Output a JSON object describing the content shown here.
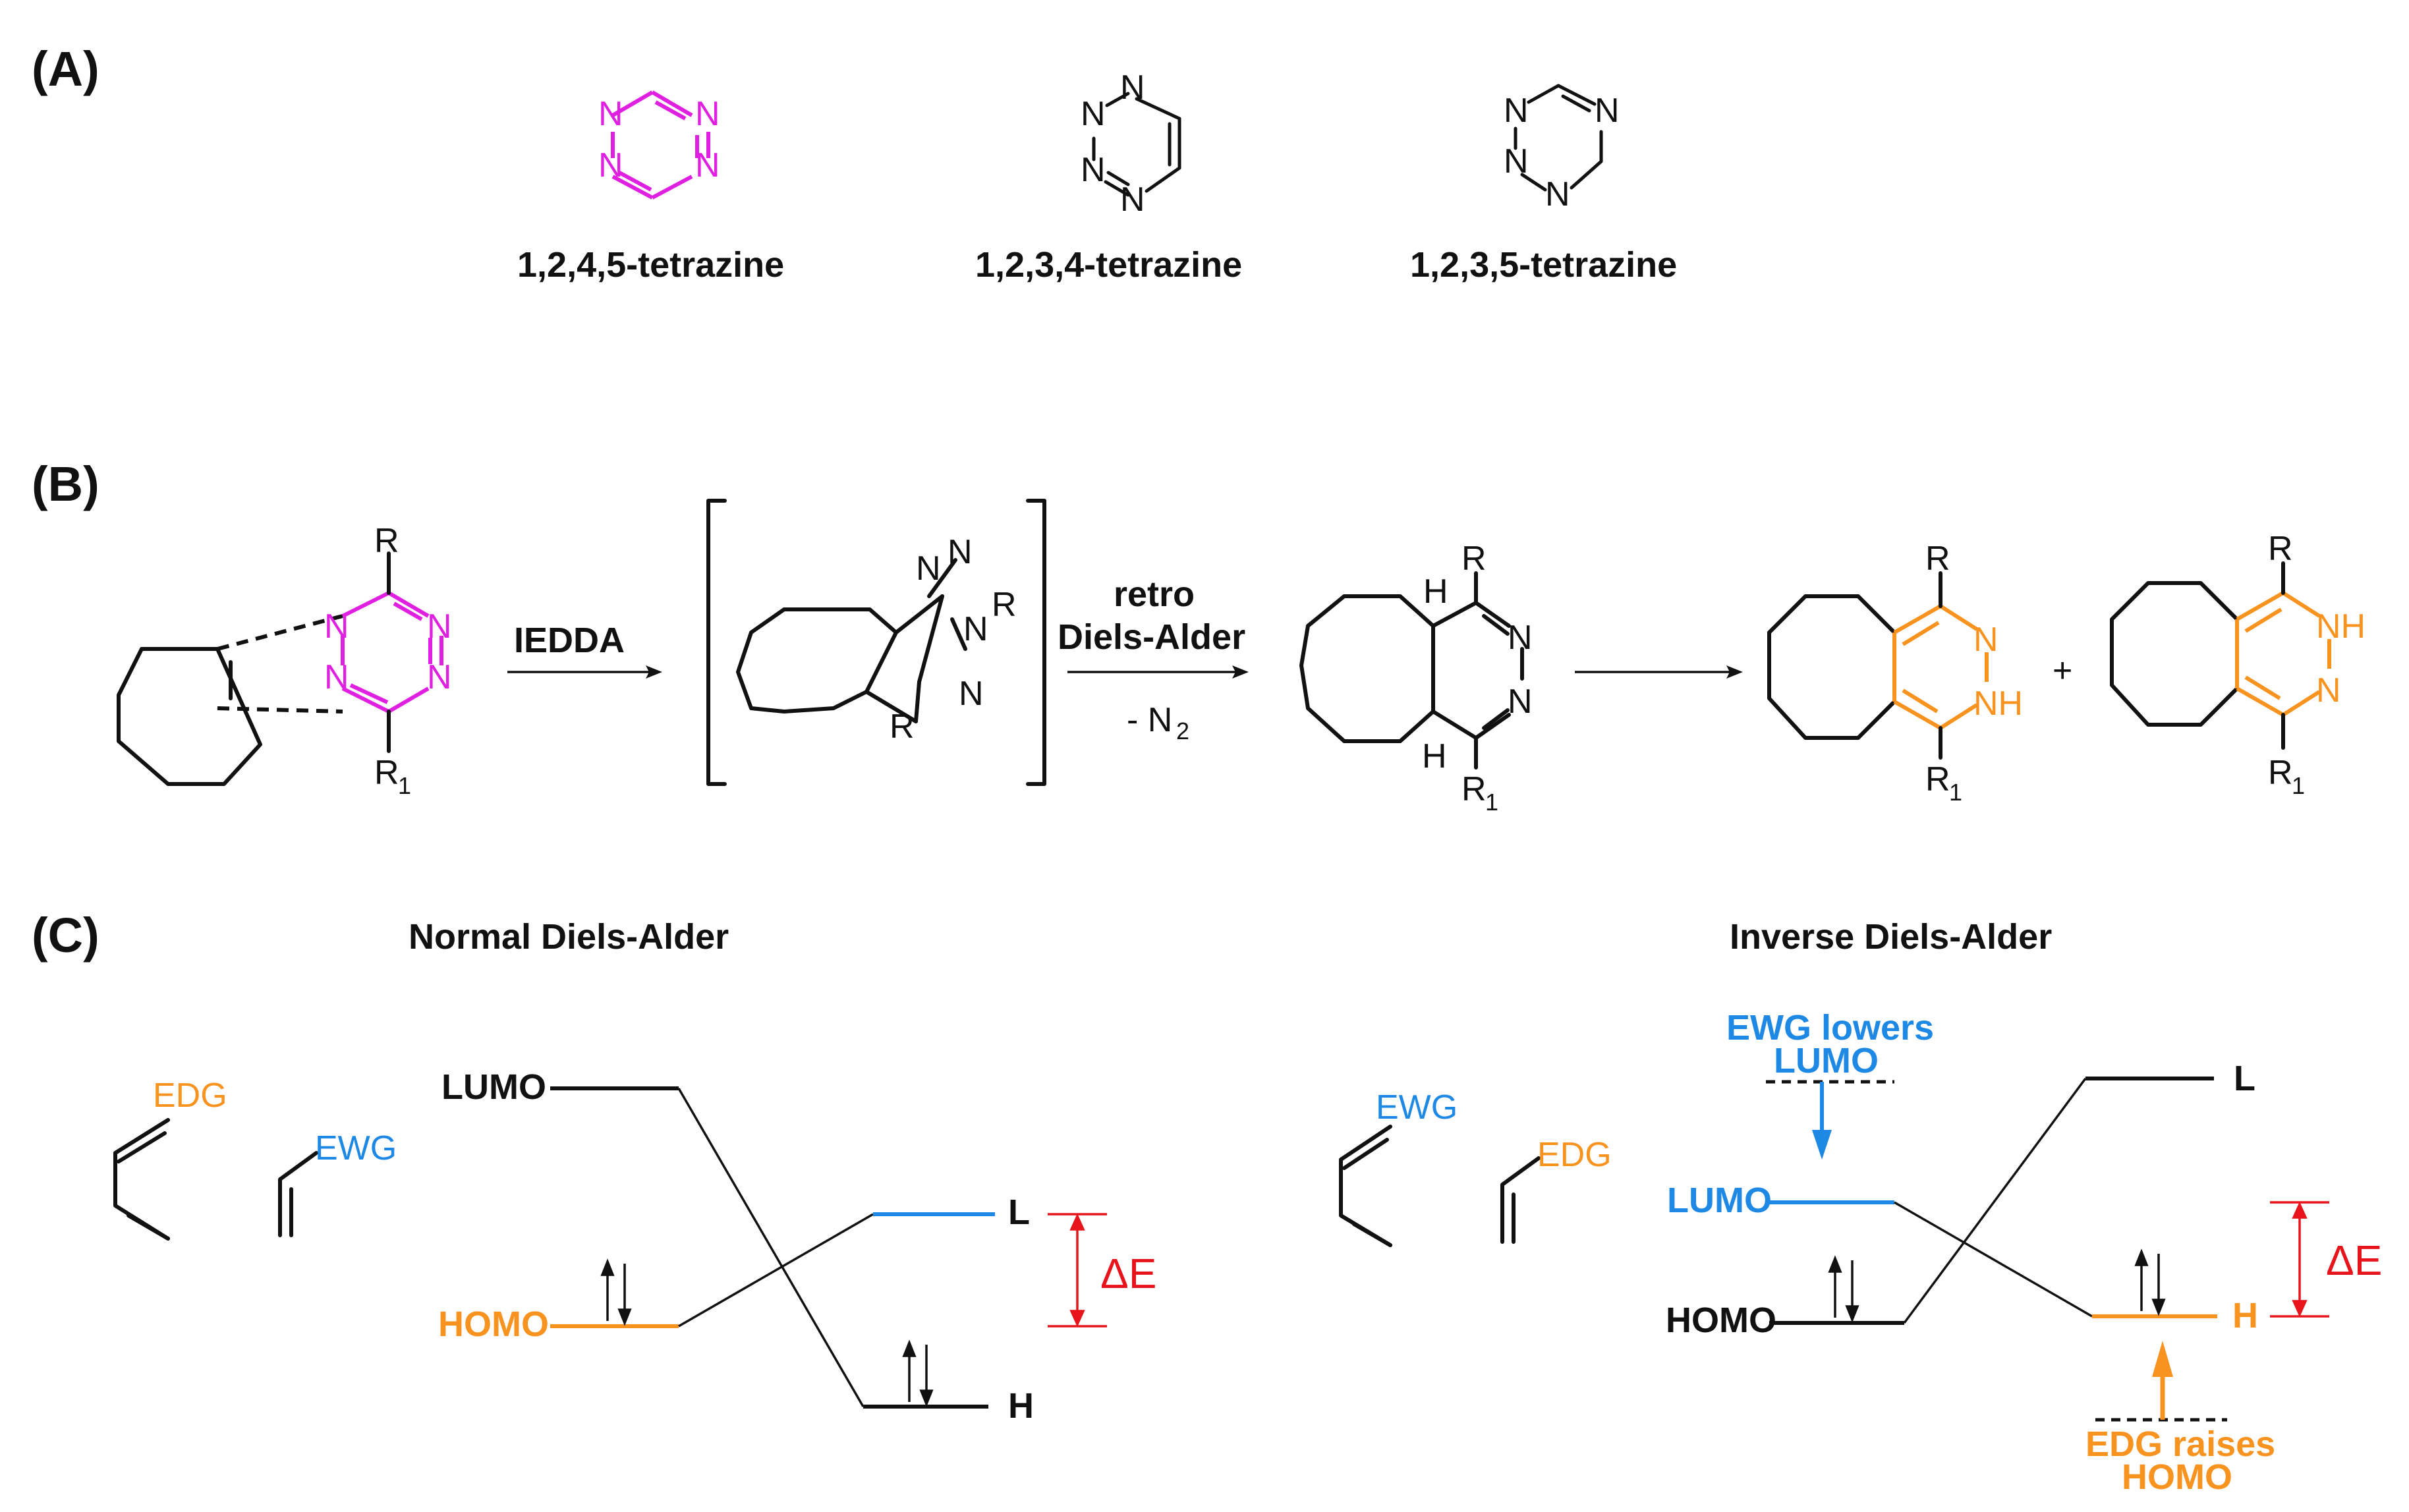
{
  "panels": {
    "a": "(A)",
    "b": "(B)",
    "c": "(C)"
  },
  "tetrazines": [
    "1,2,4,5-tetrazine",
    "1,2,3,4-tetrazine",
    "1,2,3,5-tetrazine"
  ],
  "atoms": {
    "N": "N",
    "NH": "NH",
    "H": "H",
    "R": "R",
    "R1": "R",
    "sub1": "1",
    "N2": "N",
    "sub2": "2"
  },
  "reaction": {
    "iedda": "IEDDA",
    "retro1": "retro",
    "retro2": "Diels-Alder",
    "minus": "- N",
    "plus": "+"
  },
  "normal": {
    "title": "Normal Diels-Alder",
    "edg": "EDG",
    "ewg": "EWG",
    "lumo": "LUMO",
    "homo": "HOMO",
    "l": "L",
    "h": "H",
    "de": "ΔE"
  },
  "inverse": {
    "title": "Inverse Diels-Alder",
    "ewg": "EWG",
    "edg": "EDG",
    "lumo": "LUMO",
    "homo": "HOMO",
    "l": "L",
    "h": "H",
    "de": "ΔE",
    "ewg_note1": "EWG lowers",
    "ewg_note2": "LUMO",
    "edg_note1": "EDG raises",
    "edg_note2": "HOMO"
  },
  "colors": {
    "magenta": "#e020e0",
    "orange": "#f7931e",
    "blue": "#1e88e5",
    "red": "#e8141b",
    "black": "#111111"
  }
}
